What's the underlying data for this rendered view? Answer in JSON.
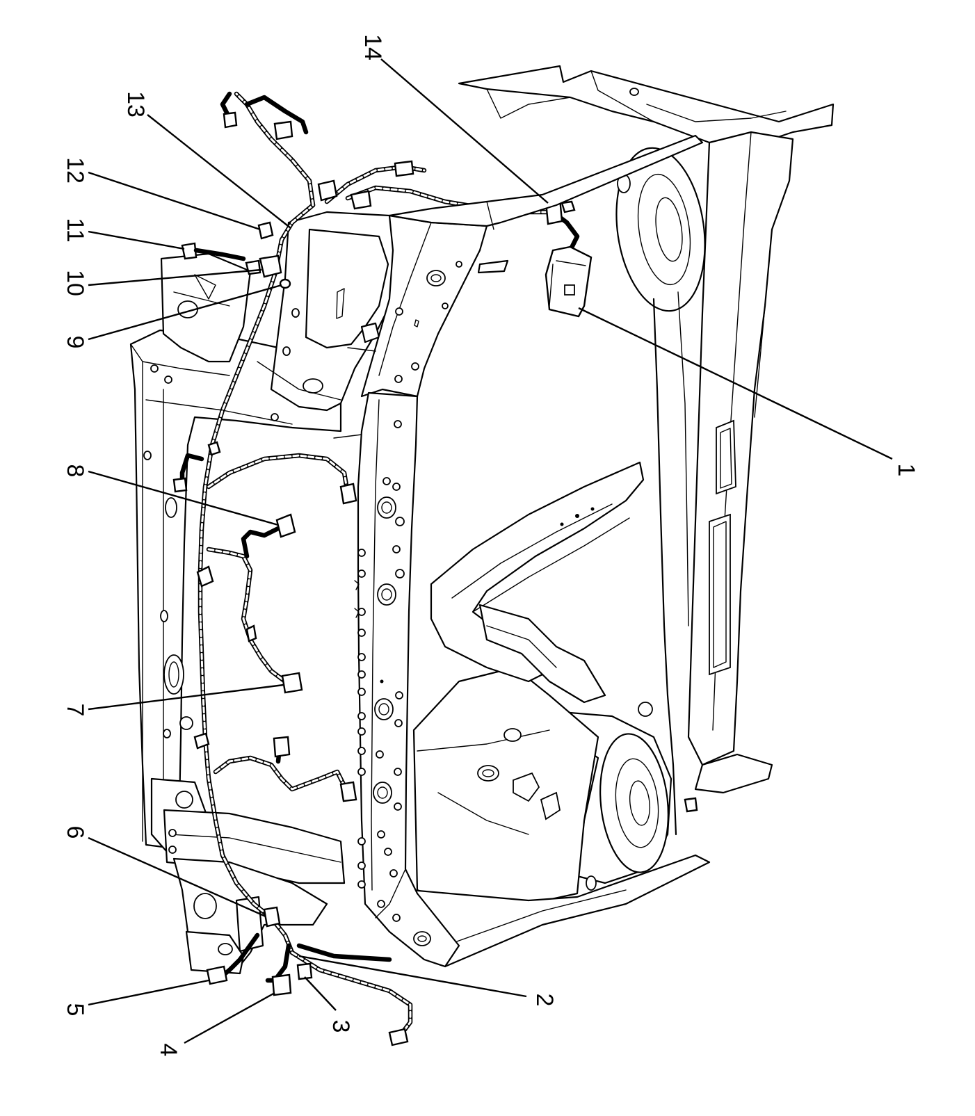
{
  "diagram": {
    "callouts": [
      {
        "id": "callout-1",
        "label": "1"
      },
      {
        "id": "callout-2",
        "label": "2"
      },
      {
        "id": "callout-3",
        "label": "3"
      },
      {
        "id": "callout-4",
        "label": "4"
      },
      {
        "id": "callout-5",
        "label": "5"
      },
      {
        "id": "callout-6",
        "label": "6"
      },
      {
        "id": "callout-7",
        "label": "7"
      },
      {
        "id": "callout-8",
        "label": "8"
      },
      {
        "id": "callout-9",
        "label": "9"
      },
      {
        "id": "callout-10",
        "label": "10"
      },
      {
        "id": "callout-11",
        "label": "11"
      },
      {
        "id": "callout-12",
        "label": "12"
      },
      {
        "id": "callout-13",
        "label": "13"
      },
      {
        "id": "callout-14",
        "label": "14"
      }
    ],
    "colors": {
      "line": "#000000",
      "background": "#ffffff"
    }
  }
}
